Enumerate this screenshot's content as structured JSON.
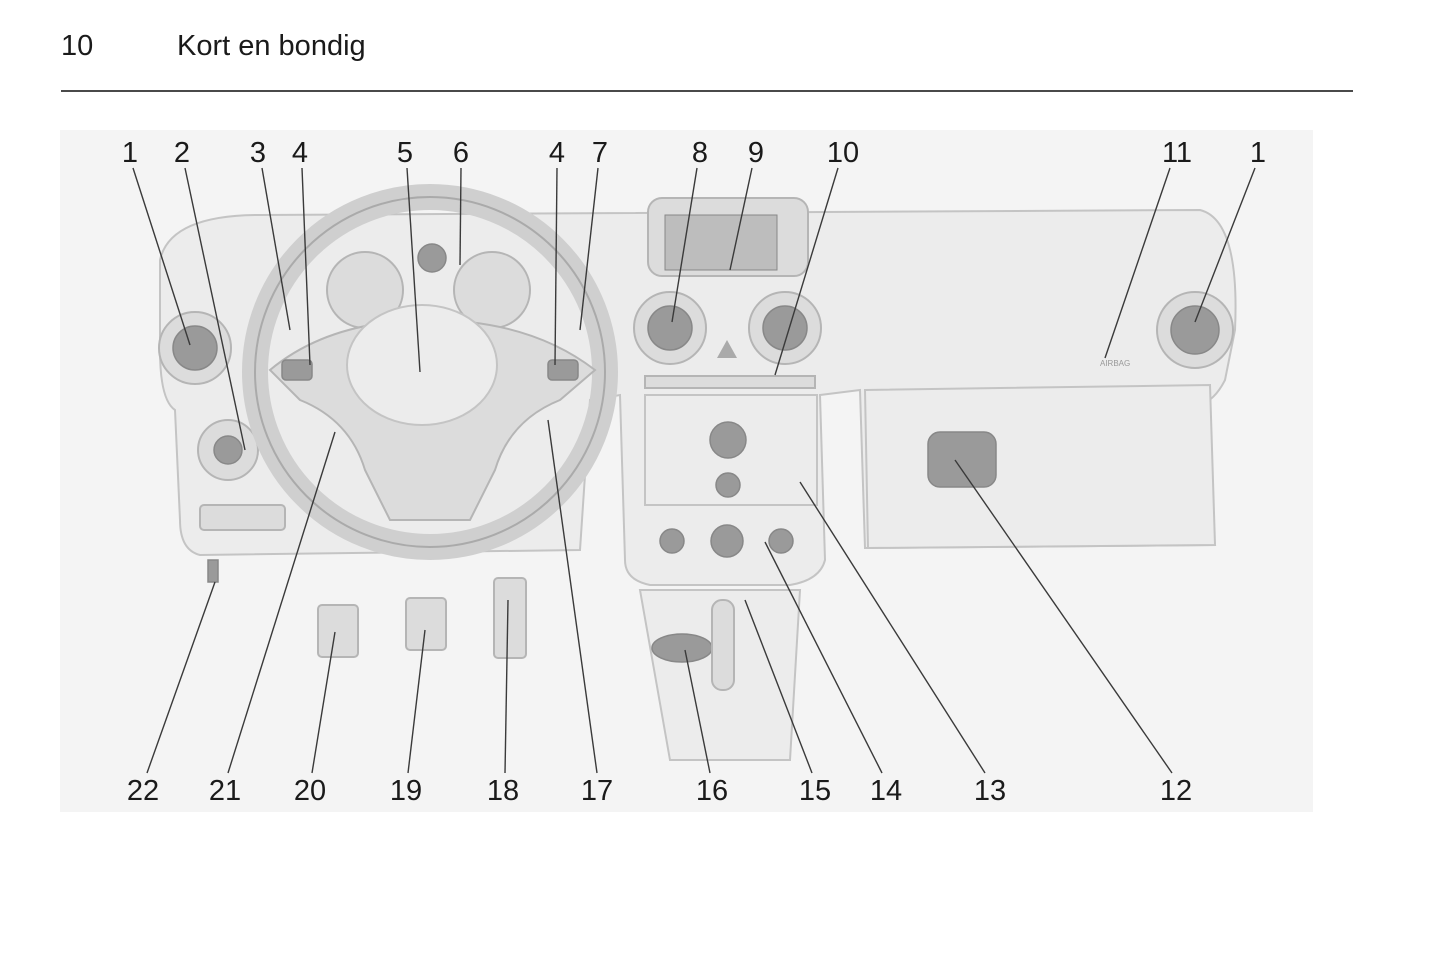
{
  "header": {
    "page_number": "10",
    "title": "Kort en bondig"
  },
  "figure": {
    "airbag_text": "AIRBAG",
    "top_callouts": [
      "1",
      "2",
      "3",
      "4",
      "5",
      "6",
      "4",
      "7",
      "8",
      "9",
      "10",
      "11",
      "1"
    ],
    "bottom_callouts": [
      "22",
      "21",
      "20",
      "19",
      "18",
      "17",
      "16",
      "15",
      "14",
      "13",
      "12"
    ]
  }
}
